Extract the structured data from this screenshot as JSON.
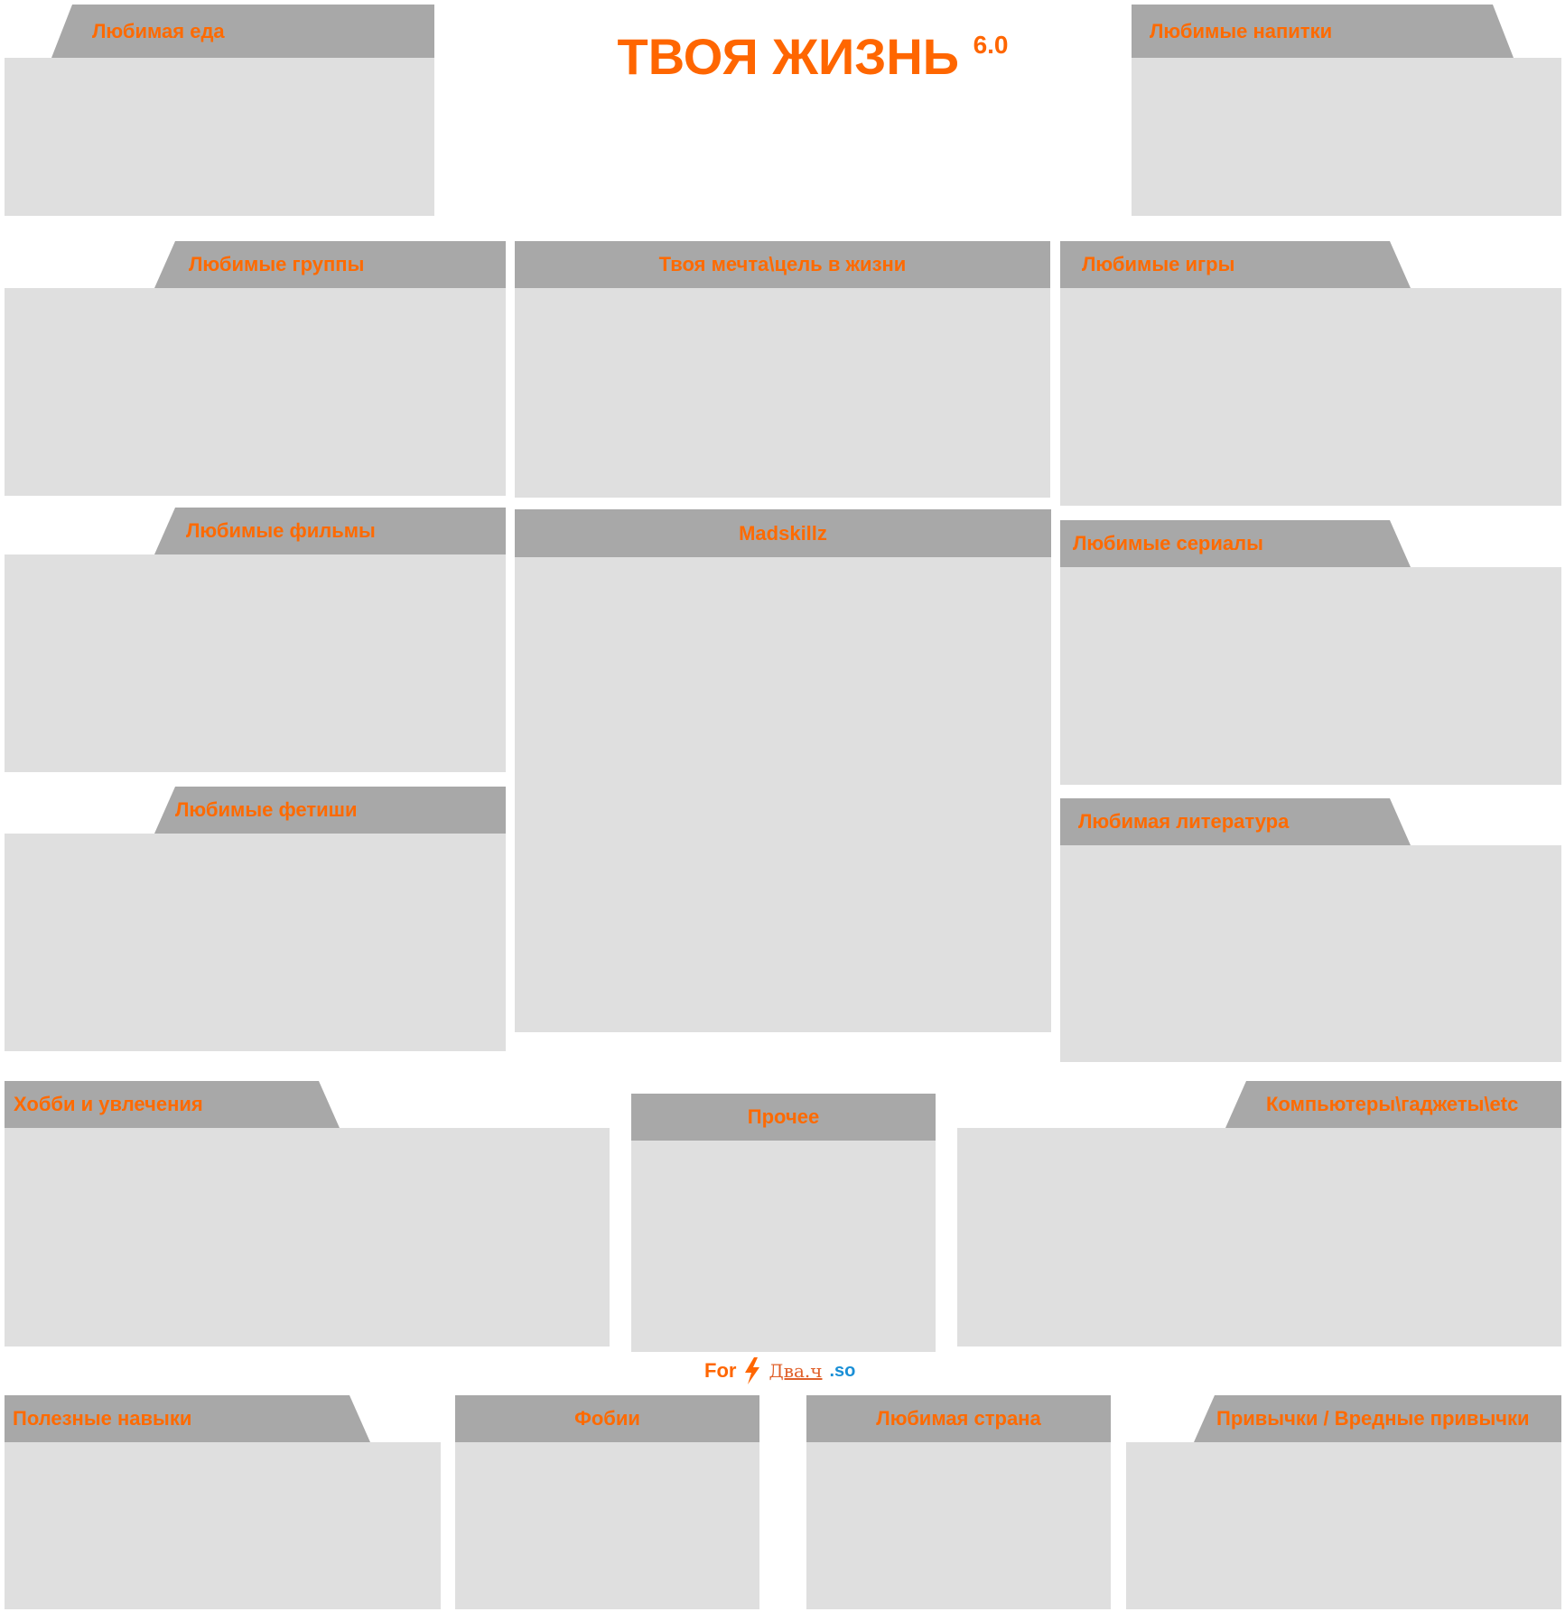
{
  "title": {
    "main": "ТВОЯ ЖИЗНЬ",
    "version": "6.0"
  },
  "panels": [
    {
      "id": "food",
      "label": "Любимая еда"
    },
    {
      "id": "drinks",
      "label": "Любимые напитки"
    },
    {
      "id": "bands",
      "label": "Любимые группы"
    },
    {
      "id": "dream",
      "label": "Твоя мечта\\цель в жизни"
    },
    {
      "id": "games",
      "label": "Любимые игры"
    },
    {
      "id": "films",
      "label": "Любимые фильмы"
    },
    {
      "id": "madskillz",
      "label": "Madskillz"
    },
    {
      "id": "series",
      "label": "Любимые сериалы"
    },
    {
      "id": "fetishes",
      "label": "Любимые фетиши"
    },
    {
      "id": "literature",
      "label": "Любимая литература"
    },
    {
      "id": "hobbies",
      "label": "Хобби и увлечения"
    },
    {
      "id": "other",
      "label": "Прочее"
    },
    {
      "id": "computers",
      "label": "Компьютеры\\гаджеты\\etc"
    },
    {
      "id": "skills",
      "label": "Полезные навыки"
    },
    {
      "id": "phobias",
      "label": "Фобии"
    },
    {
      "id": "country",
      "label": "Любимая страна"
    },
    {
      "id": "habits",
      "label": "Привычки / Вредные привычки"
    }
  ],
  "footer": {
    "for": "For",
    "brand": "Два.ч",
    "domain": ".so",
    "icon": "lightning-icon"
  },
  "colors": {
    "accent": "#ff6600",
    "header": "#a8a8a8",
    "panel": "#dfdfdf"
  }
}
